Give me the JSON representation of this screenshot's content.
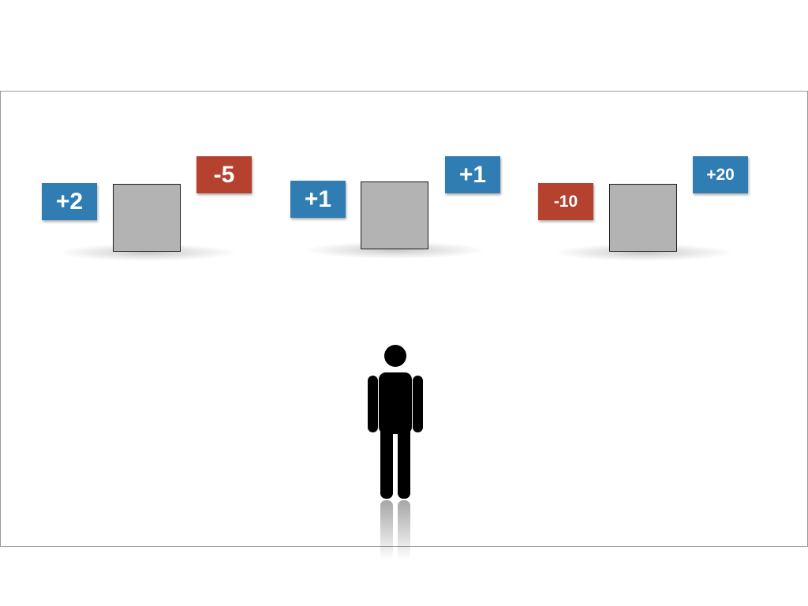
{
  "colors": {
    "positive_badge": "#2f7db3",
    "negative_badge": "#b5412f",
    "box_fill": "#b3b3b3",
    "person": "#000000"
  },
  "arms": [
    {
      "left_reward": "+2",
      "left_kind": "positive",
      "right_reward": "-5",
      "right_kind": "negative"
    },
    {
      "left_reward": "+1",
      "left_kind": "positive",
      "right_reward": "+1",
      "right_kind": "positive"
    },
    {
      "left_reward": "-10",
      "left_kind": "negative",
      "right_reward": "+20",
      "right_kind": "positive"
    }
  ],
  "agent": {
    "icon": "person-icon"
  }
}
